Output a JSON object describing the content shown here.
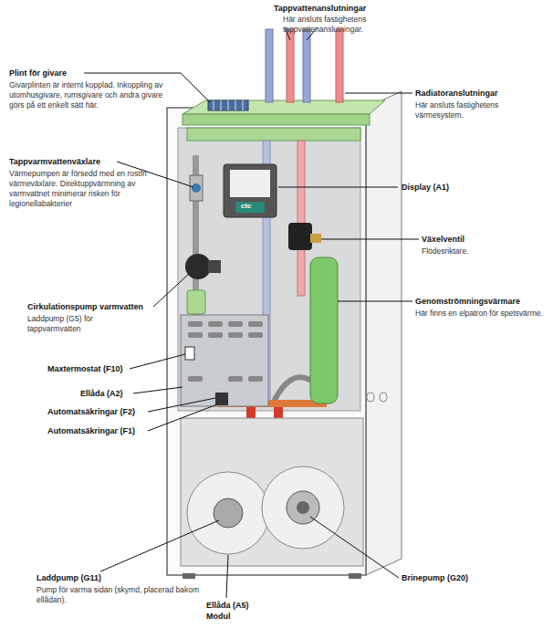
{
  "diagram": {
    "labels": [
      "Tappvattenanslutningar",
      "Här ansluts fastighetens tappvattenanslutningar.",
      "Plint för givare",
      "Givarplinten är internt kopplad. Inkoppling av utomhusgivare, rumsgivare och andra givare görs på ett enkelt sätt här.",
      "Radiatoranslutningar",
      "Här ansluts fastighetens värmesystem.",
      "Tappvarmvattenväxlare",
      "Värmepumpen är försedd med en rostfri värmeväxlare. Direktuppvärmning av varmvattnet minimerar risken för legionellabakterier",
      "Display (A1)",
      "Växelventil",
      "Flödesriktare.",
      "Cirkulationspump varmvatten",
      "Laddpump (G5) för tappvarmvatten",
      "Genomströmningsvärmare",
      "Här finns en elpatron för spetsvärme.",
      "Maxtermostat (F10)",
      "Ellåda (A2)",
      "Automatsäkringar (F2)",
      "Automatsäkringar (F1)",
      "Laddpump (G11)",
      "Pump för varma sidan (skymd, placerad bakom ellådan).",
      "Brinepump (G20)",
      "Ellåda (A5) Modul",
      "ctc"
    ]
  }
}
